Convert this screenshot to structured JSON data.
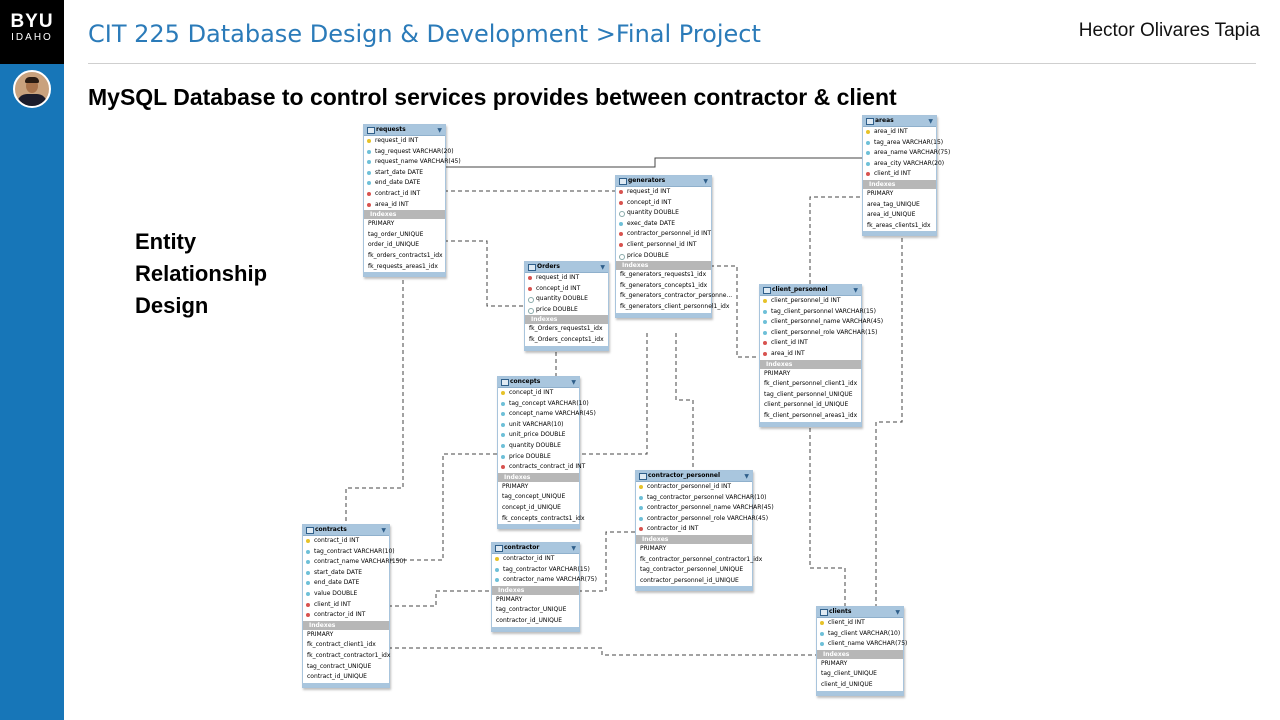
{
  "brand": {
    "line1": "BYU",
    "line2": "IDAHO"
  },
  "header": {
    "course_title": "CIT 225 Database Design & Development >Final Project",
    "author": "Hector Olivares Tapia"
  },
  "subtitle": "MySQL Database to control services provides between contractor & client",
  "side_label": [
    "Entity",
    "Relationship",
    "Design"
  ],
  "tables": {
    "requests": {
      "name": "requests",
      "columns": [
        {
          "text": "request_id INT",
          "kind": "pk"
        },
        {
          "text": "tag_request VARCHAR(20)",
          "kind": "col"
        },
        {
          "text": "request_name VARCHAR(45)",
          "kind": "col"
        },
        {
          "text": "start_date DATE",
          "kind": "col"
        },
        {
          "text": "end_date DATE",
          "kind": "col"
        },
        {
          "text": "contract_id INT",
          "kind": "fk"
        },
        {
          "text": "area_id INT",
          "kind": "fk"
        }
      ],
      "indexes_label": "Indexes",
      "indexes": [
        "PRIMARY",
        "tag_order_UNIQUE",
        "order_id_UNIQUE",
        "fk_orders_contracts1_idx",
        "fk_requests_areas1_idx"
      ]
    },
    "generators": {
      "name": "generators",
      "columns": [
        {
          "text": "request_id INT",
          "kind": "fk"
        },
        {
          "text": "concept_id INT",
          "kind": "fk"
        },
        {
          "text": "quantity DOUBLE",
          "kind": "none"
        },
        {
          "text": "exec_date DATE",
          "kind": "col"
        },
        {
          "text": "contractor_personnel_id INT",
          "kind": "fk"
        },
        {
          "text": "client_personnel_id INT",
          "kind": "fk"
        },
        {
          "text": "price DOUBLE",
          "kind": "none"
        }
      ],
      "indexes_label": "Indexes",
      "indexes": [
        "fk_generators_requests1_idx",
        "fk_generators_concepts1_idx",
        "fk_generators_contractor_personne...",
        "fk_generators_client_personnel1_idx"
      ]
    },
    "areas": {
      "name": "areas",
      "columns": [
        {
          "text": "area_id INT",
          "kind": "pk"
        },
        {
          "text": "tag_area VARCHAR(15)",
          "kind": "col"
        },
        {
          "text": "area_name VARCHAR(75)",
          "kind": "col"
        },
        {
          "text": "area_city VARCHAR(20)",
          "kind": "col"
        },
        {
          "text": "client_id INT",
          "kind": "fk"
        }
      ],
      "indexes_label": "Indexes",
      "indexes": [
        "PRIMARY",
        "area_tag_UNIQUE",
        "area_id_UNIQUE",
        "fk_areas_clients1_idx"
      ]
    },
    "orders": {
      "name": "Orders",
      "columns": [
        {
          "text": "request_id INT",
          "kind": "fk"
        },
        {
          "text": "concept_id INT",
          "kind": "fk"
        },
        {
          "text": "quantity DOUBLE",
          "kind": "none"
        },
        {
          "text": "price DOUBLE",
          "kind": "none"
        }
      ],
      "indexes_label": "Indexes",
      "indexes": [
        "fk_Orders_requests1_idx",
        "fk_Orders_concepts1_idx"
      ]
    },
    "client_personnel": {
      "name": "client_personnel",
      "columns": [
        {
          "text": "client_personnel_id INT",
          "kind": "pk"
        },
        {
          "text": "tag_client_personnel VARCHAR(15)",
          "kind": "col"
        },
        {
          "text": "client_personnel_name VARCHAR(45)",
          "kind": "col"
        },
        {
          "text": "client_personnel_role VARCHAR(15)",
          "kind": "col"
        },
        {
          "text": "client_id INT",
          "kind": "fk"
        },
        {
          "text": "area_id INT",
          "kind": "fk"
        }
      ],
      "indexes_label": "Indexes",
      "indexes": [
        "PRIMARY",
        "fk_client_personnel_client1_idx",
        "tag_client_personnel_UNIQUE",
        "client_personnel_id_UNIQUE",
        "fk_client_personnel_areas1_idx"
      ]
    },
    "concepts": {
      "name": "concepts",
      "columns": [
        {
          "text": "concept_id INT",
          "kind": "pk"
        },
        {
          "text": "tag_concept VARCHAR(10)",
          "kind": "col"
        },
        {
          "text": "concept_name VARCHAR(45)",
          "kind": "col"
        },
        {
          "text": "unit VARCHAR(10)",
          "kind": "col"
        },
        {
          "text": "unit_price DOUBLE",
          "kind": "col"
        },
        {
          "text": "quantity DOUBLE",
          "kind": "col"
        },
        {
          "text": "price DOUBLE",
          "kind": "col"
        },
        {
          "text": "contracts_contract_id INT",
          "kind": "fk"
        }
      ],
      "indexes_label": "Indexes",
      "indexes": [
        "PRIMARY",
        "tag_concept_UNIQUE",
        "concept_id_UNIQUE",
        "fk_concepts_contracts1_idx"
      ]
    },
    "contractor_personnel": {
      "name": "contractor_personnel",
      "columns": [
        {
          "text": "contractor_personnel_id INT",
          "kind": "pk"
        },
        {
          "text": "tag_contractor_personnel VARCHAR(10)",
          "kind": "col"
        },
        {
          "text": "contractor_personnel_name VARCHAR(45)",
          "kind": "col"
        },
        {
          "text": "contractor_personnel_role VARCHAR(45)",
          "kind": "col"
        },
        {
          "text": "contractor_id INT",
          "kind": "fk"
        }
      ],
      "indexes_label": "Indexes",
      "indexes": [
        "PRIMARY",
        "fk_contractor_personnel_contractor1_idx",
        "tag_contractor_personnel_UNIQUE",
        "contractor_personnel_id_UNIQUE"
      ]
    },
    "contracts": {
      "name": "contracts",
      "columns": [
        {
          "text": "contract_id INT",
          "kind": "pk"
        },
        {
          "text": "tag_contract VARCHAR(10)",
          "kind": "col"
        },
        {
          "text": "contract_name VARCHAR(150)",
          "kind": "col"
        },
        {
          "text": "start_date DATE",
          "kind": "col"
        },
        {
          "text": "end_date DATE",
          "kind": "col"
        },
        {
          "text": "value DOUBLE",
          "kind": "col"
        },
        {
          "text": "client_id INT",
          "kind": "fk"
        },
        {
          "text": "contractor_id INT",
          "kind": "fk"
        }
      ],
      "indexes_label": "Indexes",
      "indexes": [
        "PRIMARY",
        "fk_contract_client1_idx",
        "fk_contract_contractor1_idx",
        "tag_contract_UNIQUE",
        "contract_id_UNIQUE"
      ]
    },
    "contractor": {
      "name": "contractor",
      "columns": [
        {
          "text": "contractor_id INT",
          "kind": "pk"
        },
        {
          "text": "tag_contractor VARCHAR(15)",
          "kind": "col"
        },
        {
          "text": "contractor_name VARCHAR(75)",
          "kind": "col"
        }
      ],
      "indexes_label": "Indexes",
      "indexes": [
        "PRIMARY",
        "tag_contractor_UNIQUE",
        "contractor_id_UNIQUE"
      ]
    },
    "clients": {
      "name": "clients",
      "columns": [
        {
          "text": "client_id INT",
          "kind": "pk"
        },
        {
          "text": "tag_client VARCHAR(10)",
          "kind": "col"
        },
        {
          "text": "client_name VARCHAR(75)",
          "kind": "col"
        }
      ],
      "indexes_label": "Indexes",
      "indexes": [
        "PRIMARY",
        "tag_client_UNIQUE",
        "client_id_UNIQUE"
      ]
    }
  },
  "colors": {
    "sidebar": "#1776b8",
    "title": "#2b7bb9",
    "table_header": "#a9c6de",
    "indexes_bar": "#b7b7b7"
  }
}
